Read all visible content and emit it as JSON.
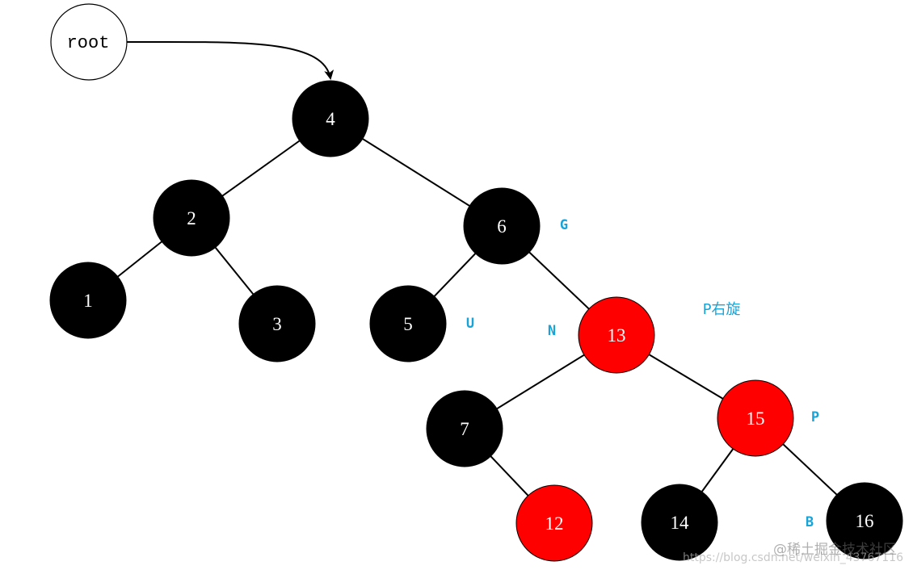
{
  "colors": {
    "black_node": "#000000",
    "red_node": "#ff0000",
    "node_text": "#ffffff",
    "edge": "#000000",
    "annotation": "#1aa3d6",
    "root_fill": "#ffffff",
    "root_stroke": "#000000",
    "root_text": "#000000"
  },
  "root_pointer": {
    "label": "root",
    "target": "n4"
  },
  "nodes": [
    {
      "id": "n4",
      "label": "4",
      "color": "black"
    },
    {
      "id": "n2",
      "label": "2",
      "color": "black"
    },
    {
      "id": "n6",
      "label": "6",
      "color": "black"
    },
    {
      "id": "n1",
      "label": "1",
      "color": "black"
    },
    {
      "id": "n3",
      "label": "3",
      "color": "black"
    },
    {
      "id": "n5",
      "label": "5",
      "color": "black"
    },
    {
      "id": "n13",
      "label": "13",
      "color": "red"
    },
    {
      "id": "n7",
      "label": "7",
      "color": "black"
    },
    {
      "id": "n15",
      "label": "15",
      "color": "red"
    },
    {
      "id": "n12",
      "label": "12",
      "color": "red"
    },
    {
      "id": "n14",
      "label": "14",
      "color": "black"
    },
    {
      "id": "n16",
      "label": "16",
      "color": "black"
    }
  ],
  "edges": [
    {
      "from": "n4",
      "to": "n2"
    },
    {
      "from": "n4",
      "to": "n6"
    },
    {
      "from": "n2",
      "to": "n1"
    },
    {
      "from": "n2",
      "to": "n3"
    },
    {
      "from": "n6",
      "to": "n5"
    },
    {
      "from": "n6",
      "to": "n13"
    },
    {
      "from": "n13",
      "to": "n7"
    },
    {
      "from": "n13",
      "to": "n15"
    },
    {
      "from": "n7",
      "to": "n12"
    },
    {
      "from": "n15",
      "to": "n14"
    },
    {
      "from": "n15",
      "to": "n16"
    }
  ],
  "annotations": [
    {
      "id": "ann-g",
      "text": "G",
      "near": "n6"
    },
    {
      "id": "ann-u",
      "text": "U",
      "near": "n5"
    },
    {
      "id": "ann-n",
      "text": "N",
      "near": "n13"
    },
    {
      "id": "ann-rotation",
      "text": "P右旋",
      "near": "n13"
    },
    {
      "id": "ann-p",
      "text": "P",
      "near": "n15"
    },
    {
      "id": "ann-b",
      "text": "B",
      "near": "n16"
    }
  ],
  "watermark": {
    "brand": "@稀土掘金技术社区",
    "url": "https://blog.csdn.net/weixin_43767116"
  }
}
